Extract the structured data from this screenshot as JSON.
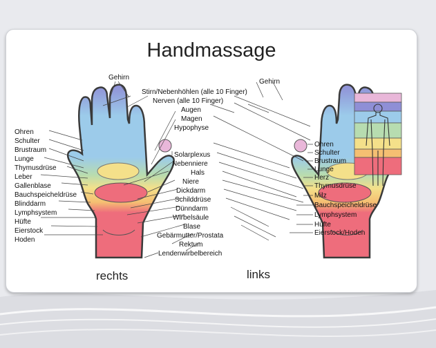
{
  "title": "Handmassage",
  "captions": {
    "right_hand": "rechts",
    "left_hand": "links"
  },
  "center_labels": [
    "Gehirn",
    "Stirn/Nebenhöhlen (alle 10 Finger)",
    "Nerven (alle 10 Finger)",
    "Augen",
    "Magen",
    "Hypophyse",
    "Solarplexus",
    "Nebenniere",
    "Hals",
    "Niere",
    "Dickdarm",
    "Schilddrüse",
    "Dünndarm",
    "Wirbelsäule",
    "Blase",
    "Gebärmutter/Prostata",
    "Rektum",
    "Lendenwirbelbereich"
  ],
  "left_side_labels": [
    "Ohren",
    "Schulter",
    "Brustraum",
    "Lunge",
    "Thymusdrüse",
    "Leber",
    "Gallenblase",
    "Bauchspeicheldrüse",
    "Blinddarm",
    "Lymphsystem",
    "Hüfte",
    "Eierstock",
    "Hoden"
  ],
  "right_top_label": "Gehirn",
  "right_side_labels": [
    "Ohren",
    "Schulter",
    "Brustraum",
    "Lunge",
    "Herz",
    "Thymusdrüse",
    "Milz",
    "Bauchspeicheldrüse",
    "Lymphsystem",
    "Hüfte",
    "Eierstock/Hoden"
  ],
  "zone_colors": {
    "purple": "#8f8fd6",
    "blue": "#9ccbea",
    "green": "#b7dcb0",
    "yellow": "#f4e08a",
    "orange": "#f5bf72",
    "red": "#ee6d7c",
    "pink": "#e9b7d9"
  }
}
